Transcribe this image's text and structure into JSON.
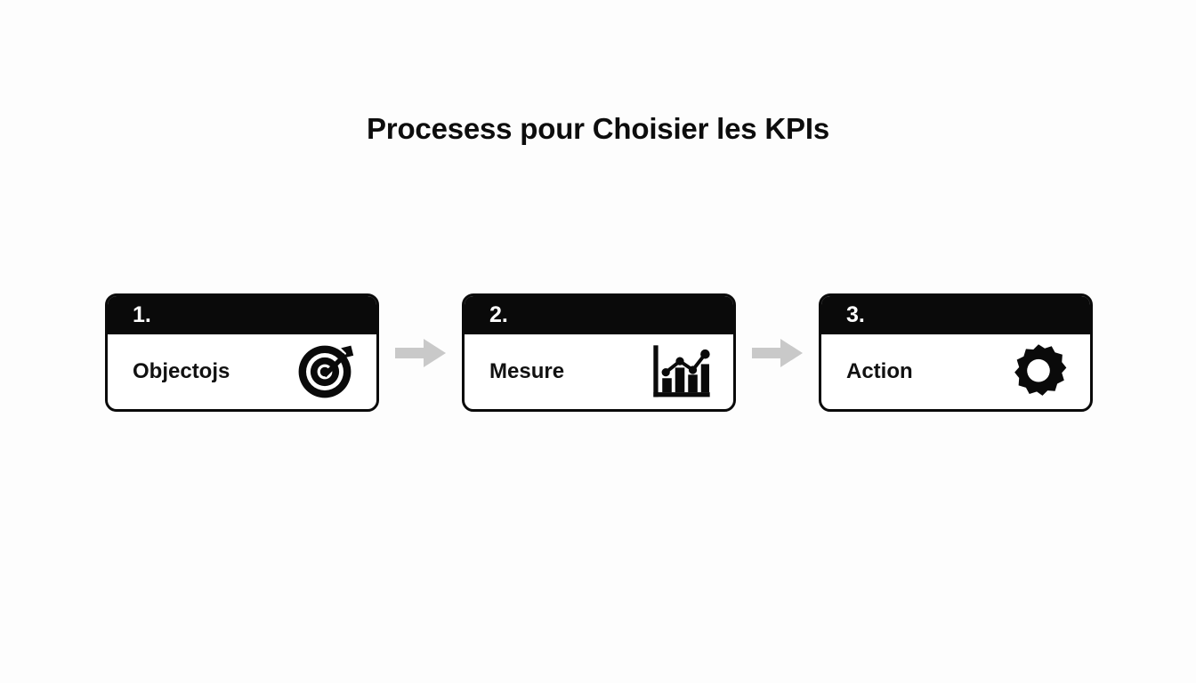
{
  "page": {
    "title": "Procesess pour Choisier les KPIs",
    "background_color": "#fdfdfd"
  },
  "colors": {
    "ink": "#0a0a0a",
    "card_background": "#ffffff",
    "header_text": "#ffffff",
    "arrow": "#c9c9c9"
  },
  "flow": {
    "steps": [
      {
        "number": "1.",
        "label": "Objectojs",
        "icon": "target-arrow-icon"
      },
      {
        "number": "2.",
        "label": "Mesure",
        "icon": "bar-chart-trend-icon"
      },
      {
        "number": "3.",
        "label": "Action",
        "icon": "gear-icon"
      }
    ],
    "connectors": [
      {
        "icon": "arrow-right-icon"
      },
      {
        "icon": "arrow-right-icon"
      }
    ]
  }
}
